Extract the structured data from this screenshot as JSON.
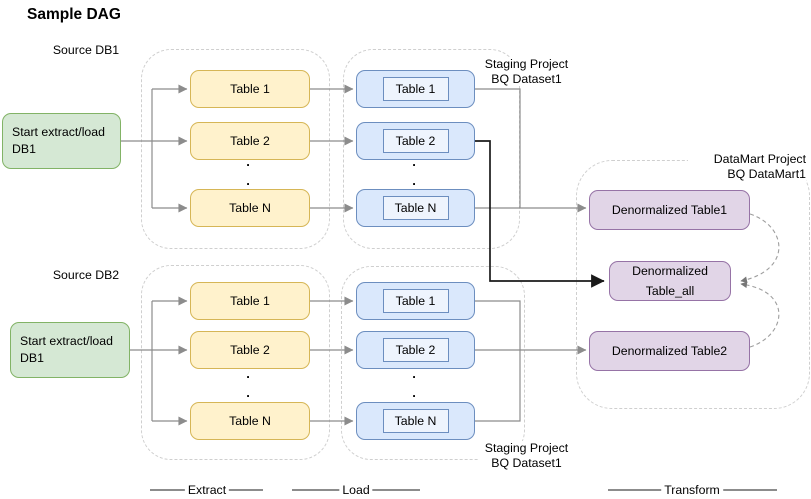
{
  "title": "Sample DAG",
  "colors": {
    "green_fill": "#d5e8d4",
    "green_border": "#82b366",
    "yellow_fill": "#fff2cc",
    "yellow_border": "#d6b656",
    "blue_fill": "#dae8fc",
    "blue_border": "#6c8ebf",
    "purple_fill": "#e1d5e7",
    "purple_border": "#9673a6",
    "container_dash": "#cfcfcf",
    "connector_gray": "#8c8c8c",
    "connector_black": "#1a1a1a"
  },
  "group1": {
    "source_label": "Source DB1",
    "start_line1": "Start extract/load",
    "start_line2": "DB1",
    "extract_tables": [
      "Table 1",
      "Table 2",
      "Table N"
    ],
    "load_tables": [
      "Table 1",
      "Table 2",
      "Table N"
    ],
    "dot": ".",
    "staging_line1": "Staging Project",
    "staging_line2": "BQ Dataset1"
  },
  "group2": {
    "source_label": "Source DB2",
    "start_line1": "Start extract/load",
    "start_line2": "DB1",
    "extract_tables": [
      "Table 1",
      "Table 2",
      "Table N"
    ],
    "load_tables": [
      "Table 1",
      "Table 2",
      "Table N"
    ],
    "dot": ".",
    "staging_line1": "Staging Project",
    "staging_line2": "BQ Dataset1"
  },
  "datamart": {
    "label_line1": "DataMart Project",
    "label_line2": "BQ DataMart1",
    "table1": "Denormalized Table1",
    "table_all": "Denormalized Table_all",
    "table2": "Denormalized Table2"
  },
  "phases": {
    "extract": "Extract",
    "load": "Load",
    "transform": "Transform"
  }
}
